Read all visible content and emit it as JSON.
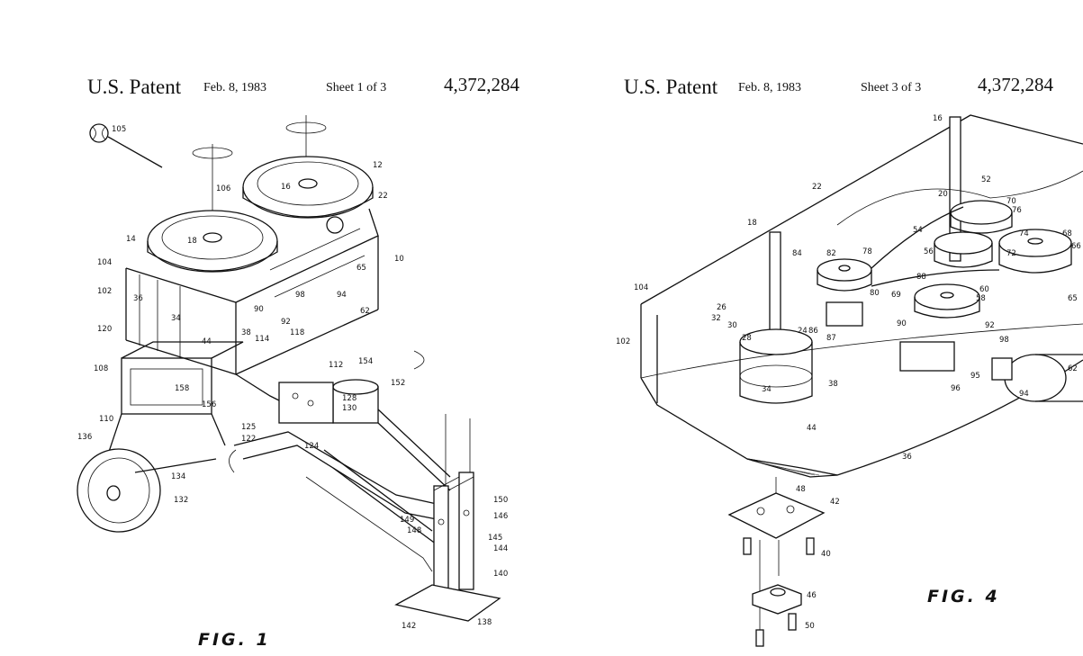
{
  "left_sheet": {
    "brand": "U.S. Patent",
    "date": "Feb. 8, 1983",
    "sheet": "Sheet 1 of 3",
    "patent_number": "4,372,284",
    "figure_label": "FIG. 1",
    "ref_labels": [
      "105",
      "106",
      "12",
      "16",
      "22",
      "18",
      "14",
      "10",
      "104",
      "102",
      "36",
      "34",
      "38",
      "44",
      "98",
      "94",
      "90",
      "92",
      "118",
      "114",
      "112",
      "62",
      "154",
      "120",
      "108",
      "158",
      "156",
      "152",
      "128",
      "130",
      "110",
      "125",
      "122",
      "124",
      "136",
      "134",
      "132",
      "149",
      "148",
      "150",
      "146",
      "145",
      "144",
      "140",
      "142",
      "138",
      "65"
    ]
  },
  "right_sheet": {
    "brand": "U.S. Patent",
    "date": "Feb. 8, 1983",
    "sheet": "Sheet 3 of 3",
    "patent_number": "4,372,284",
    "figure_label": "FIG. 4",
    "ref_labels": [
      "16",
      "22",
      "52",
      "20",
      "70",
      "76",
      "18",
      "84",
      "82",
      "78",
      "54",
      "74",
      "68",
      "66",
      "56",
      "72",
      "104",
      "26",
      "32",
      "30",
      "80",
      "69",
      "88",
      "60",
      "58",
      "65",
      "102",
      "24",
      "86",
      "87",
      "28",
      "90",
      "92",
      "98",
      "34",
      "38",
      "44",
      "95",
      "96",
      "94",
      "62",
      "36",
      "48",
      "42",
      "40",
      "46",
      "50"
    ]
  }
}
